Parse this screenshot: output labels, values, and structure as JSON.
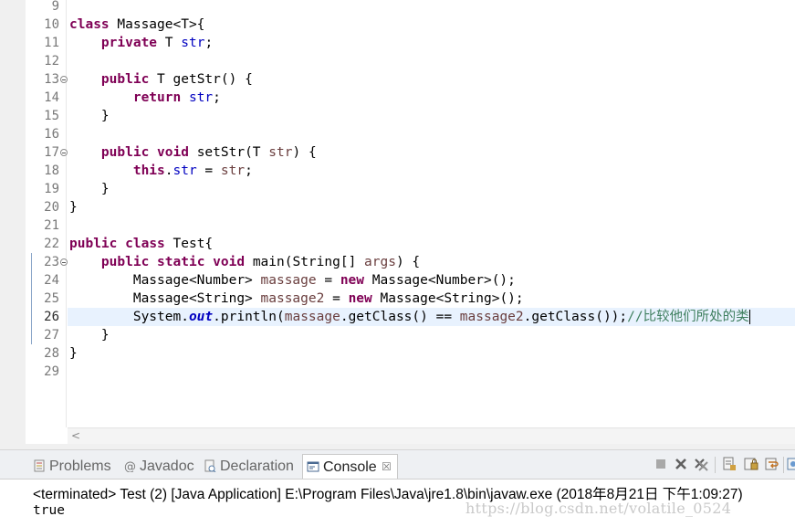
{
  "editor": {
    "lines": [
      {
        "num": "9",
        "fold": false,
        "current": false,
        "parts": []
      },
      {
        "num": "10",
        "fold": false,
        "current": false,
        "parts": [
          {
            "c": "kw",
            "t": "class"
          },
          {
            "c": "",
            "t": " Massage<T>{"
          }
        ]
      },
      {
        "num": "11",
        "fold": false,
        "current": false,
        "parts": [
          {
            "c": "",
            "t": "    "
          },
          {
            "c": "kw",
            "t": "private"
          },
          {
            "c": "",
            "t": " T "
          },
          {
            "c": "fld",
            "t": "str"
          },
          {
            "c": "",
            "t": ";"
          }
        ]
      },
      {
        "num": "12",
        "fold": false,
        "current": false,
        "parts": []
      },
      {
        "num": "13",
        "fold": true,
        "current": false,
        "parts": [
          {
            "c": "",
            "t": "    "
          },
          {
            "c": "kw",
            "t": "public"
          },
          {
            "c": "",
            "t": " T getStr() {"
          }
        ]
      },
      {
        "num": "14",
        "fold": false,
        "current": false,
        "parts": [
          {
            "c": "",
            "t": "        "
          },
          {
            "c": "kw",
            "t": "return"
          },
          {
            "c": "",
            "t": " "
          },
          {
            "c": "fld",
            "t": "str"
          },
          {
            "c": "",
            "t": ";"
          }
        ]
      },
      {
        "num": "15",
        "fold": false,
        "current": false,
        "parts": [
          {
            "c": "",
            "t": "    }"
          }
        ]
      },
      {
        "num": "16",
        "fold": false,
        "current": false,
        "parts": []
      },
      {
        "num": "17",
        "fold": true,
        "current": false,
        "parts": [
          {
            "c": "",
            "t": "    "
          },
          {
            "c": "kw",
            "t": "public"
          },
          {
            "c": "",
            "t": " "
          },
          {
            "c": "kw",
            "t": "void"
          },
          {
            "c": "",
            "t": " setStr(T "
          },
          {
            "c": "var",
            "t": "str"
          },
          {
            "c": "",
            "t": ") {"
          }
        ]
      },
      {
        "num": "18",
        "fold": false,
        "current": false,
        "parts": [
          {
            "c": "",
            "t": "        "
          },
          {
            "c": "kw",
            "t": "this"
          },
          {
            "c": "",
            "t": "."
          },
          {
            "c": "fld",
            "t": "str"
          },
          {
            "c": "",
            "t": " = "
          },
          {
            "c": "var",
            "t": "str"
          },
          {
            "c": "",
            "t": ";"
          }
        ]
      },
      {
        "num": "19",
        "fold": false,
        "current": false,
        "parts": [
          {
            "c": "",
            "t": "    }"
          }
        ]
      },
      {
        "num": "20",
        "fold": false,
        "current": false,
        "parts": [
          {
            "c": "",
            "t": "}"
          }
        ]
      },
      {
        "num": "21",
        "fold": false,
        "current": false,
        "parts": []
      },
      {
        "num": "22",
        "fold": false,
        "current": false,
        "parts": [
          {
            "c": "kw",
            "t": "public"
          },
          {
            "c": "",
            "t": " "
          },
          {
            "c": "kw",
            "t": "class"
          },
          {
            "c": "",
            "t": " Test{"
          }
        ]
      },
      {
        "num": "23",
        "fold": true,
        "current": false,
        "parts": [
          {
            "c": "",
            "t": "    "
          },
          {
            "c": "kw",
            "t": "public"
          },
          {
            "c": "",
            "t": " "
          },
          {
            "c": "kw",
            "t": "static"
          },
          {
            "c": "",
            "t": " "
          },
          {
            "c": "kw",
            "t": "void"
          },
          {
            "c": "",
            "t": " main(String[] "
          },
          {
            "c": "var",
            "t": "args"
          },
          {
            "c": "",
            "t": ") {"
          }
        ]
      },
      {
        "num": "24",
        "fold": false,
        "current": false,
        "parts": [
          {
            "c": "",
            "t": "        Massage<Number> "
          },
          {
            "c": "var",
            "t": "massage"
          },
          {
            "c": "",
            "t": " = "
          },
          {
            "c": "kw",
            "t": "new"
          },
          {
            "c": "",
            "t": " Massage<Number>();"
          }
        ]
      },
      {
        "num": "25",
        "fold": false,
        "current": false,
        "parts": [
          {
            "c": "",
            "t": "        Massage<String> "
          },
          {
            "c": "var",
            "t": "massage2"
          },
          {
            "c": "",
            "t": " = "
          },
          {
            "c": "kw",
            "t": "new"
          },
          {
            "c": "",
            "t": " Massage<String>();"
          }
        ]
      },
      {
        "num": "26",
        "fold": false,
        "current": true,
        "parts": [
          {
            "c": "",
            "t": "        System."
          },
          {
            "c": "sfld",
            "t": "out"
          },
          {
            "c": "",
            "t": ".println("
          },
          {
            "c": "var",
            "t": "massage"
          },
          {
            "c": "",
            "t": ".getClass() == "
          },
          {
            "c": "var",
            "t": "massage2"
          },
          {
            "c": "",
            "t": ".getClass());"
          },
          {
            "c": "cmt",
            "t": "//比较他们所处的类"
          }
        ]
      },
      {
        "num": "27",
        "fold": false,
        "current": false,
        "parts": [
          {
            "c": "",
            "t": "    }"
          }
        ]
      },
      {
        "num": "28",
        "fold": false,
        "current": false,
        "parts": [
          {
            "c": "",
            "t": "}"
          }
        ]
      },
      {
        "num": "29",
        "fold": false,
        "current": false,
        "parts": []
      }
    ],
    "scroll_left_glyph": "<"
  },
  "panel": {
    "tabs": [
      {
        "name": "tab-problems",
        "label": "Problems",
        "icon": "problems-icon",
        "active": false
      },
      {
        "name": "tab-javadoc",
        "label": "Javadoc",
        "icon": "javadoc-icon",
        "active": false
      },
      {
        "name": "tab-declaration",
        "label": "Declaration",
        "icon": "declaration-icon",
        "active": false
      },
      {
        "name": "tab-console",
        "label": "Console",
        "icon": "console-icon",
        "active": true
      }
    ],
    "close_glyph": "☒",
    "terminated_line": "<terminated> Test (2) [Java Application] E:\\Program Files\\Java\\jre1.8\\bin\\javaw.exe (2018年8月21日 下午1:09:27)",
    "output": "true",
    "watermark": "https://blog.csdn.net/volatile_0524"
  },
  "colors": {
    "keyword": "#7f0055",
    "field": "#0000c0",
    "local_var": "#6a3e3e",
    "comment": "#3f7f5f",
    "current_line": "#e8f2fe"
  }
}
